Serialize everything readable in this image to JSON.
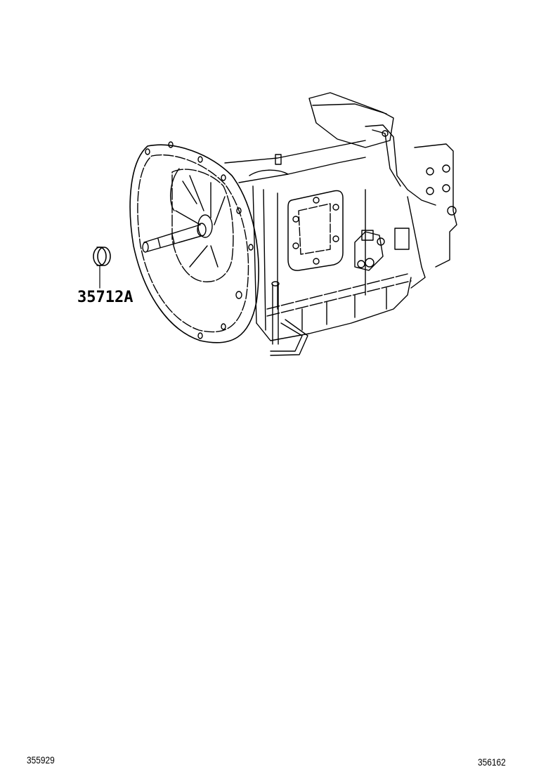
{
  "diagram": {
    "subject": "transmission assembly",
    "background_color": "#ffffff",
    "line_color": "#000000",
    "callouts": [
      {
        "part_number": "35712A",
        "points_to": "seal-ring"
      }
    ],
    "reference_numbers": {
      "bottom_left": "355929",
      "bottom_right": "356162"
    }
  }
}
